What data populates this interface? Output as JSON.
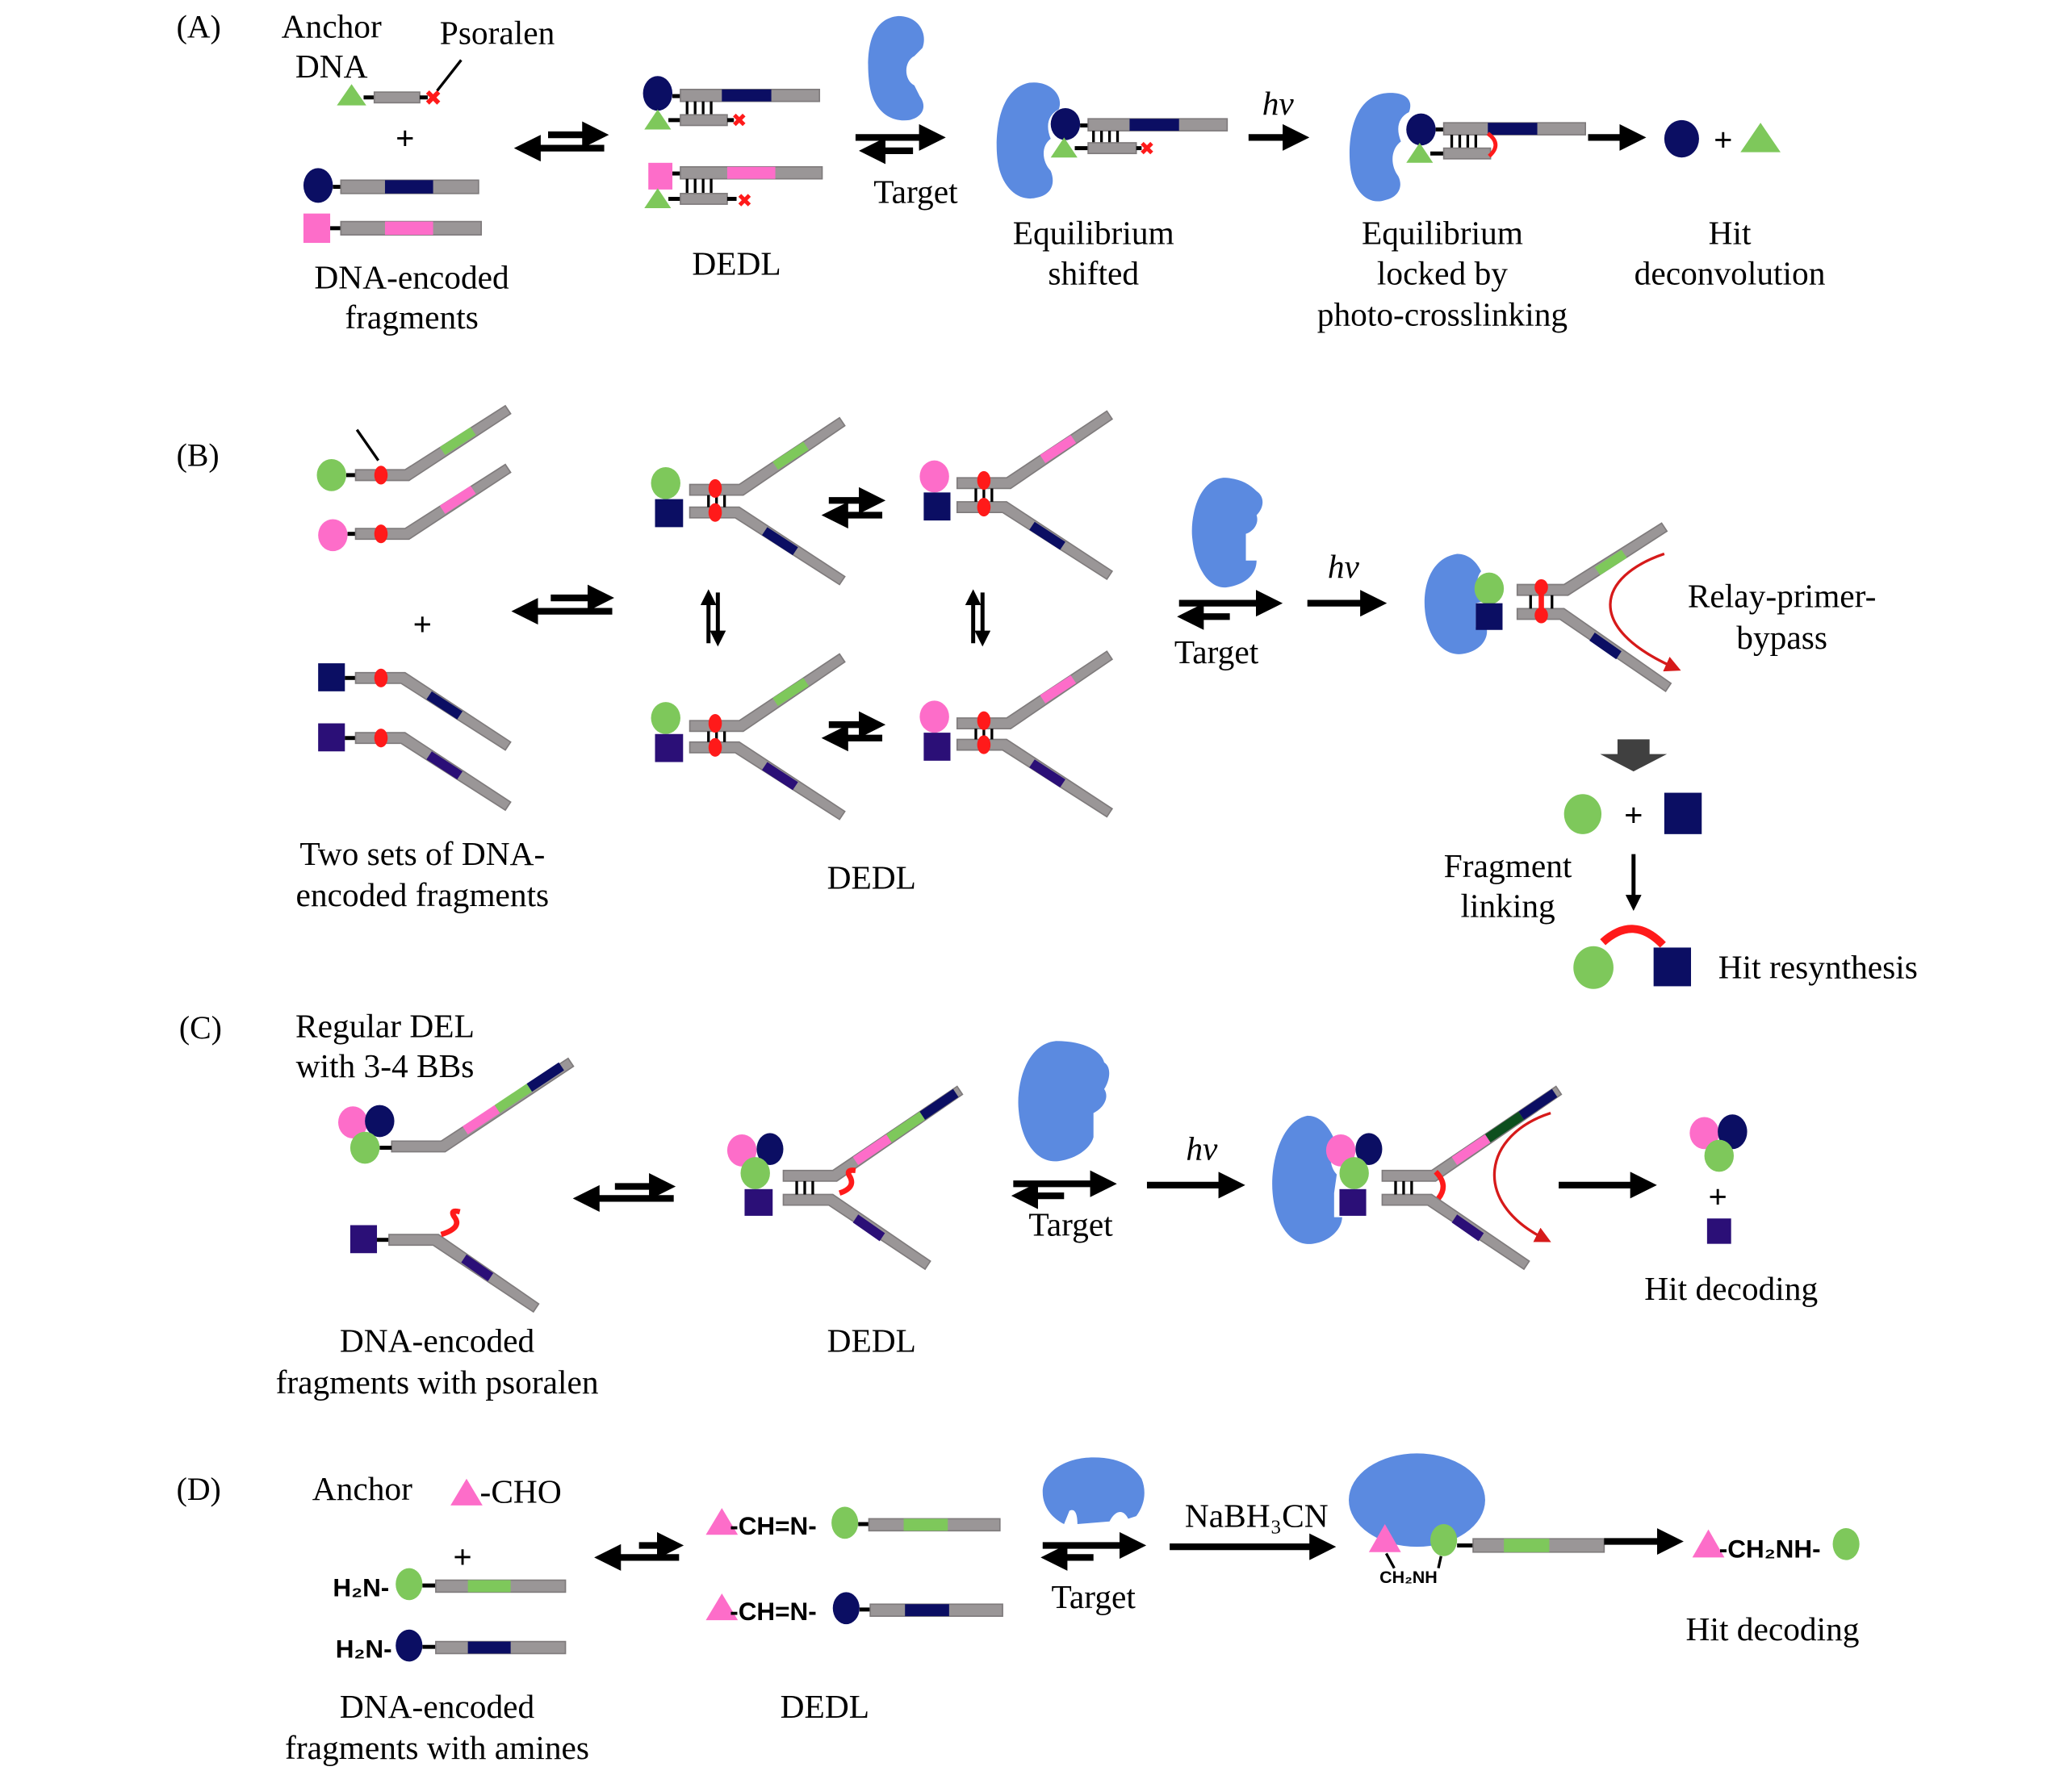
{
  "colors": {
    "green": "#7ec85b",
    "navy": "#0b0e63",
    "pink": "#fd6dc9",
    "purple": "#2b0f77",
    "dark_green": "#0d4f1e",
    "protein_blue": "#5b8ae0",
    "strand_gray": "#9a9697",
    "psoralen_red": "#ff1a1a",
    "block_arrow_gray": "#404040"
  },
  "panels": {
    "A": {
      "tag": "(A)",
      "anchor_label": [
        "Anchor",
        "DNA"
      ],
      "psoralen_label": "Psoralen",
      "fragments_label": [
        "DNA-encoded",
        "fragments"
      ],
      "dedl_label": "DEDL",
      "target_label": "Target",
      "shifted_label": [
        "Equilibrium",
        "shifted"
      ],
      "hv_label": "hv",
      "locked_label": [
        "Equilibrium",
        "locked by",
        "photo-crosslinking"
      ],
      "deconvolution_label": [
        "Hit",
        "deconvolution"
      ]
    },
    "B": {
      "tag": "(B)",
      "fragments_label": [
        "Two sets of DNA-",
        "encoded fragments"
      ],
      "dedl_label": "DEDL",
      "target_label": "Target",
      "hv_label": "hv",
      "relay_label": [
        "Relay-primer-",
        "bypass"
      ],
      "linking_label": [
        "Fragment",
        "linking"
      ],
      "resynthesis_label": "Hit resynthesis"
    },
    "C": {
      "tag": "(C)",
      "regular_label": [
        "Regular DEL",
        "with 3-4 BBs"
      ],
      "fragments_label": [
        "DNA-encoded",
        "fragments with psoralen"
      ],
      "dedl_label": "DEDL",
      "target_label": "Target",
      "hv_label": "hv",
      "decoding_label": "Hit decoding"
    },
    "D": {
      "tag": "(D)",
      "anchor_label": "Anchor",
      "cho_label": "-CHO",
      "amine_label": "H₂N-",
      "imine_label": "-CH=N-",
      "fragments_label": [
        "DNA-encoded",
        "fragments with amines"
      ],
      "dedl_label": "DEDL",
      "target_label": "Target",
      "reagent_label": "NaBH₃CN",
      "bound_linker_label": "CH₂NH",
      "product_label": "-CH₂NH-",
      "decoding_label": "Hit decoding"
    }
  },
  "symbols": {
    "plus": "+"
  }
}
